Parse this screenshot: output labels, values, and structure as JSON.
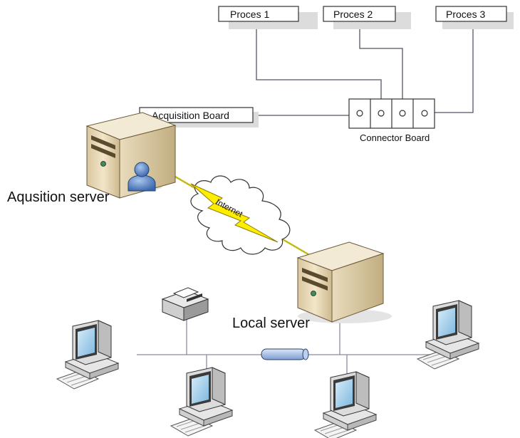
{
  "processes": [
    {
      "label": "Proces 1"
    },
    {
      "label": "Proces 2"
    },
    {
      "label": "Proces 3"
    }
  ],
  "acquisition_board": {
    "label": "Acquisition Board"
  },
  "connector_board": {
    "label": "Connector Board"
  },
  "acquisition_server": {
    "label": "Aqusition server"
  },
  "local_server": {
    "label": "Local server"
  },
  "cloud": {
    "label": "Internet"
  },
  "colors": {
    "line": "#555566",
    "lan_line": "#8a8aa0",
    "lightning": "#ffee00",
    "server_body": "#e8d9b8",
    "monitor_screen": "#a9d4ef",
    "user_icon": "#4d7fc4",
    "hub": "#9bb6e0"
  },
  "icons": [
    "acquisition-server-icon",
    "user-icon",
    "cloud-icon",
    "lightning-icon",
    "local-server-icon",
    "printer-icon",
    "hub-icon",
    "workstation-icon"
  ]
}
